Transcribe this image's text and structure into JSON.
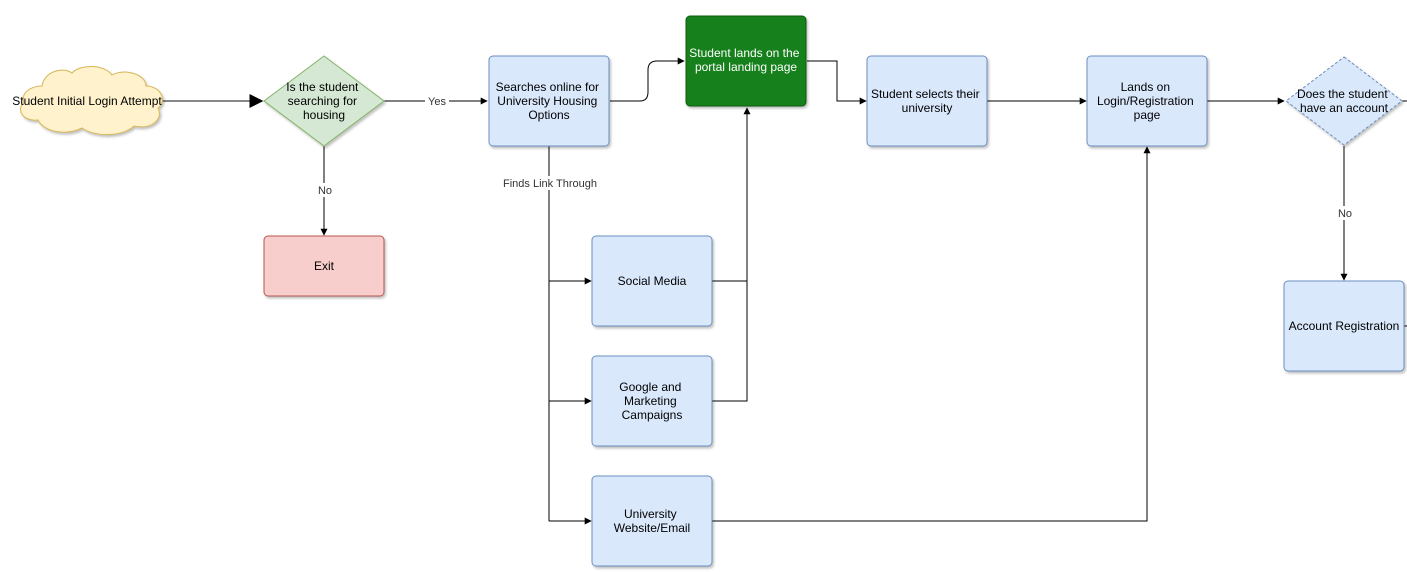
{
  "nodes": {
    "start": {
      "lines": [
        "Student Initial Login Attempt"
      ],
      "shape": "cloud"
    },
    "is_searching": {
      "lines": [
        "Is the student",
        "searching for",
        "housing"
      ],
      "shape": "diamond"
    },
    "exit": {
      "lines": [
        "Exit"
      ],
      "shape": "rect"
    },
    "searches_online": {
      "lines": [
        "Searches online for",
        "University Housing",
        "Options"
      ],
      "shape": "rect"
    },
    "landing_page": {
      "lines": [
        "Student lands on the",
        "portal landing page"
      ],
      "shape": "rect"
    },
    "social_media": {
      "lines": [
        "Social Media"
      ],
      "shape": "rect"
    },
    "google_marketing": {
      "lines": [
        "Google and",
        "Marketing",
        "Campaigns"
      ],
      "shape": "rect"
    },
    "university_website": {
      "lines": [
        "University",
        "Website/Email"
      ],
      "shape": "rect"
    },
    "selects_university": {
      "lines": [
        "Student selects their",
        "university"
      ],
      "shape": "rect"
    },
    "login_registration": {
      "lines": [
        "Lands on",
        "Login/Registration",
        "page"
      ],
      "shape": "rect"
    },
    "has_account": {
      "lines": [
        "Does the student",
        "have an account"
      ],
      "shape": "diamond"
    },
    "account_registration": {
      "lines": [
        "Account Registration"
      ],
      "shape": "rect"
    }
  },
  "edge_labels": {
    "yes": "Yes",
    "no_exit": "No",
    "finds_link": "Finds Link Through",
    "no_account": "No"
  },
  "colors": {
    "blue_fill": "#dae8fc",
    "blue_stroke": "#6c8ebf",
    "green_diamond_fill": "#d5e8d4",
    "green_diamond_stroke": "#82b366",
    "red_fill": "#f8cecc",
    "red_stroke": "#b85450",
    "dark_green_fill": "#16811a",
    "dark_green_stroke": "#0b5a0e",
    "cloud_fill": "#fff2cc",
    "cloud_stroke": "#d6b656",
    "edge": "#000000"
  }
}
